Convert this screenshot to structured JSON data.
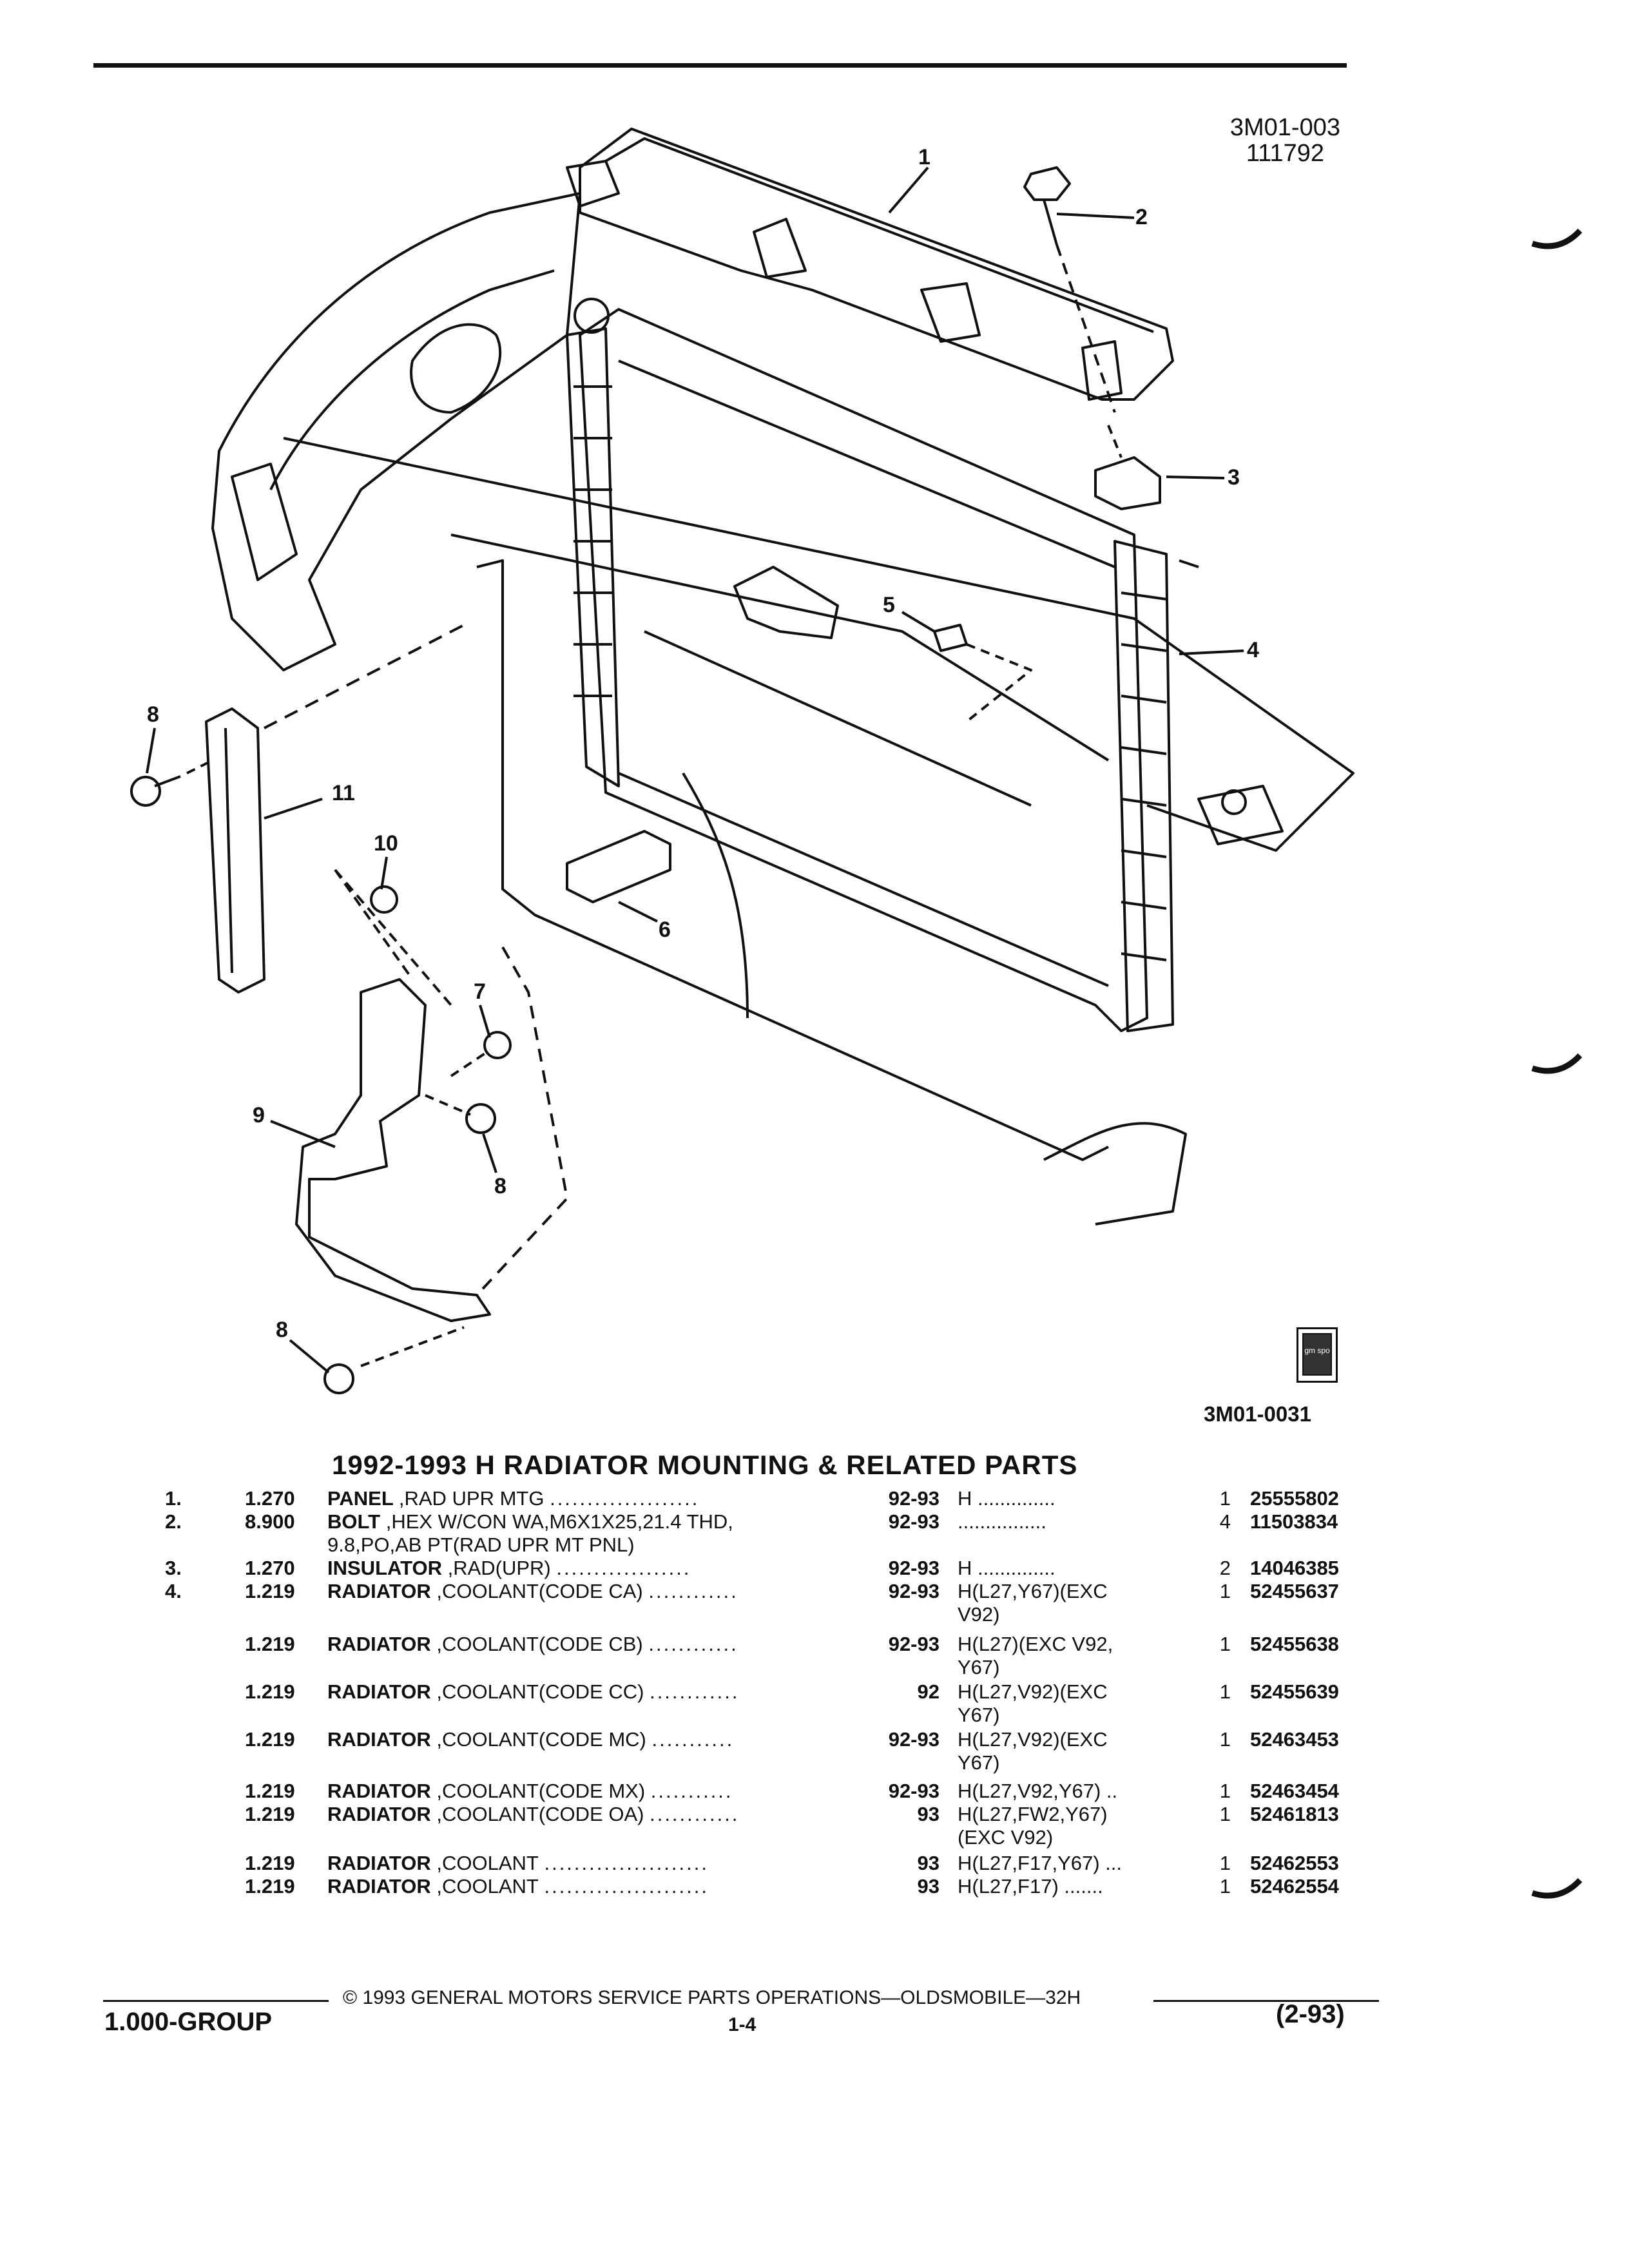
{
  "header": {
    "figure_code": "3M01-003",
    "figure_date": "111792"
  },
  "figure": {
    "callouts": [
      "1",
      "2",
      "3",
      "4",
      "5",
      "6",
      "7",
      "8",
      "8",
      "8",
      "9",
      "10",
      "11"
    ],
    "ref_code": "3M01-0031",
    "logo_text": "gm spo"
  },
  "parts_table": {
    "title": "1992-1993 H RADIATOR MOUNTING & RELATED PARTS",
    "rows": [
      {
        "index": "1.",
        "group": "1.270",
        "name": "PANEL",
        "desc": ",RAD UPR MTG",
        "dots": "....................",
        "years": "92-93",
        "options": "H ..............",
        "qty": "1",
        "part": "25555802"
      },
      {
        "index": "2.",
        "group": "8.900",
        "name": "BOLT",
        "desc": ",HEX W/CON WA,M6X1X25,21.4 THD,",
        "dots": "",
        "years": "92-93",
        "options": "................",
        "qty": "4",
        "part": "11503834"
      },
      {
        "index": "3.",
        "group": "1.270",
        "name": "INSULATOR",
        "desc": ",RAD(UPR)",
        "dots": "..................",
        "years": "92-93",
        "options": "H ..............",
        "qty": "2",
        "part": "14046385"
      },
      {
        "index": "4.",
        "group": "1.219",
        "name": "RADIATOR",
        "desc": ",COOLANT(CODE CA)",
        "dots": "............",
        "years": "92-93",
        "options": "H(L27,Y67)(EXC",
        "qty": "1",
        "part": "52455637"
      },
      {
        "index": "",
        "group": "1.219",
        "name": "RADIATOR",
        "desc": ",COOLANT(CODE CB)",
        "dots": "............",
        "years": "92-93",
        "options": "H(L27)(EXC V92,",
        "qty": "1",
        "part": "52455638"
      },
      {
        "index": "",
        "group": "1.219",
        "name": "RADIATOR",
        "desc": ",COOLANT(CODE CC)",
        "dots": "............",
        "years": "92",
        "options": "H(L27,V92)(EXC",
        "qty": "1",
        "part": "52455639"
      },
      {
        "index": "",
        "group": "1.219",
        "name": "RADIATOR",
        "desc": ",COOLANT(CODE MC)",
        "dots": "...........",
        "years": "92-93",
        "options": "H(L27,V92)(EXC",
        "qty": "1",
        "part": "52463453"
      },
      {
        "index": "",
        "group": "1.219",
        "name": "RADIATOR",
        "desc": ",COOLANT(CODE MX)",
        "dots": "...........",
        "years": "92-93",
        "options": "H(L27,V92,Y67) ..",
        "qty": "1",
        "part": "52463454"
      },
      {
        "index": "",
        "group": "1.219",
        "name": "RADIATOR",
        "desc": ",COOLANT(CODE OA)",
        "dots": "............",
        "years": "93",
        "options": "H(L27,FW2,Y67)",
        "qty": "1",
        "part": "52461813"
      },
      {
        "index": "",
        "group": "1.219",
        "name": "RADIATOR",
        "desc": ",COOLANT",
        "dots": "......................",
        "years": "93",
        "options": "H(L27,F17,Y67) ...",
        "qty": "1",
        "part": "52462553"
      },
      {
        "index": "",
        "group": "1.219",
        "name": "RADIATOR",
        "desc": ",COOLANT",
        "dots": "......................",
        "years": "93",
        "options": "H(L27,F17) .......",
        "qty": "1",
        "part": "52462554"
      }
    ],
    "continuations": {
      "bolt_desc_2": "9.8,PO,AB PT(RAD UPR MT PNL)",
      "ca_opt_2": "V92)",
      "cb_opt_2": "Y67)",
      "cc_opt_2": "Y67)",
      "mc_opt_2": "Y67)",
      "oa_opt_2": "(EXC V92)"
    }
  },
  "footer": {
    "copyright": "© 1993 GENERAL MOTORS SERVICE PARTS OPERATIONS—OLDSMOBILE—32H",
    "group": "1.000-GROUP",
    "page": "1-4",
    "date": "(2-93)"
  },
  "colors": {
    "ink": "#111111",
    "paper": "#ffffff"
  }
}
